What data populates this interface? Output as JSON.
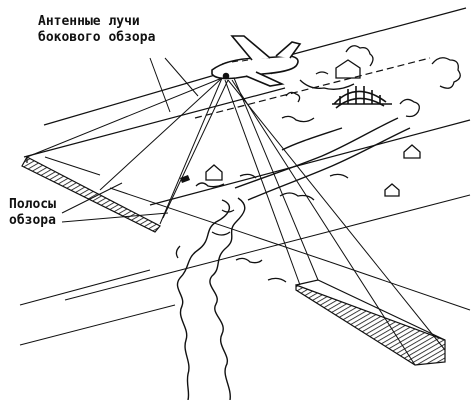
{
  "labels": {
    "beams_line1": "Антенные лучи",
    "beams_line2": "бокового обзора",
    "strips_line1": "Полосы",
    "strips_line2": "обзора"
  },
  "colors": {
    "ink": "#111111",
    "paper": "#ffffff"
  }
}
